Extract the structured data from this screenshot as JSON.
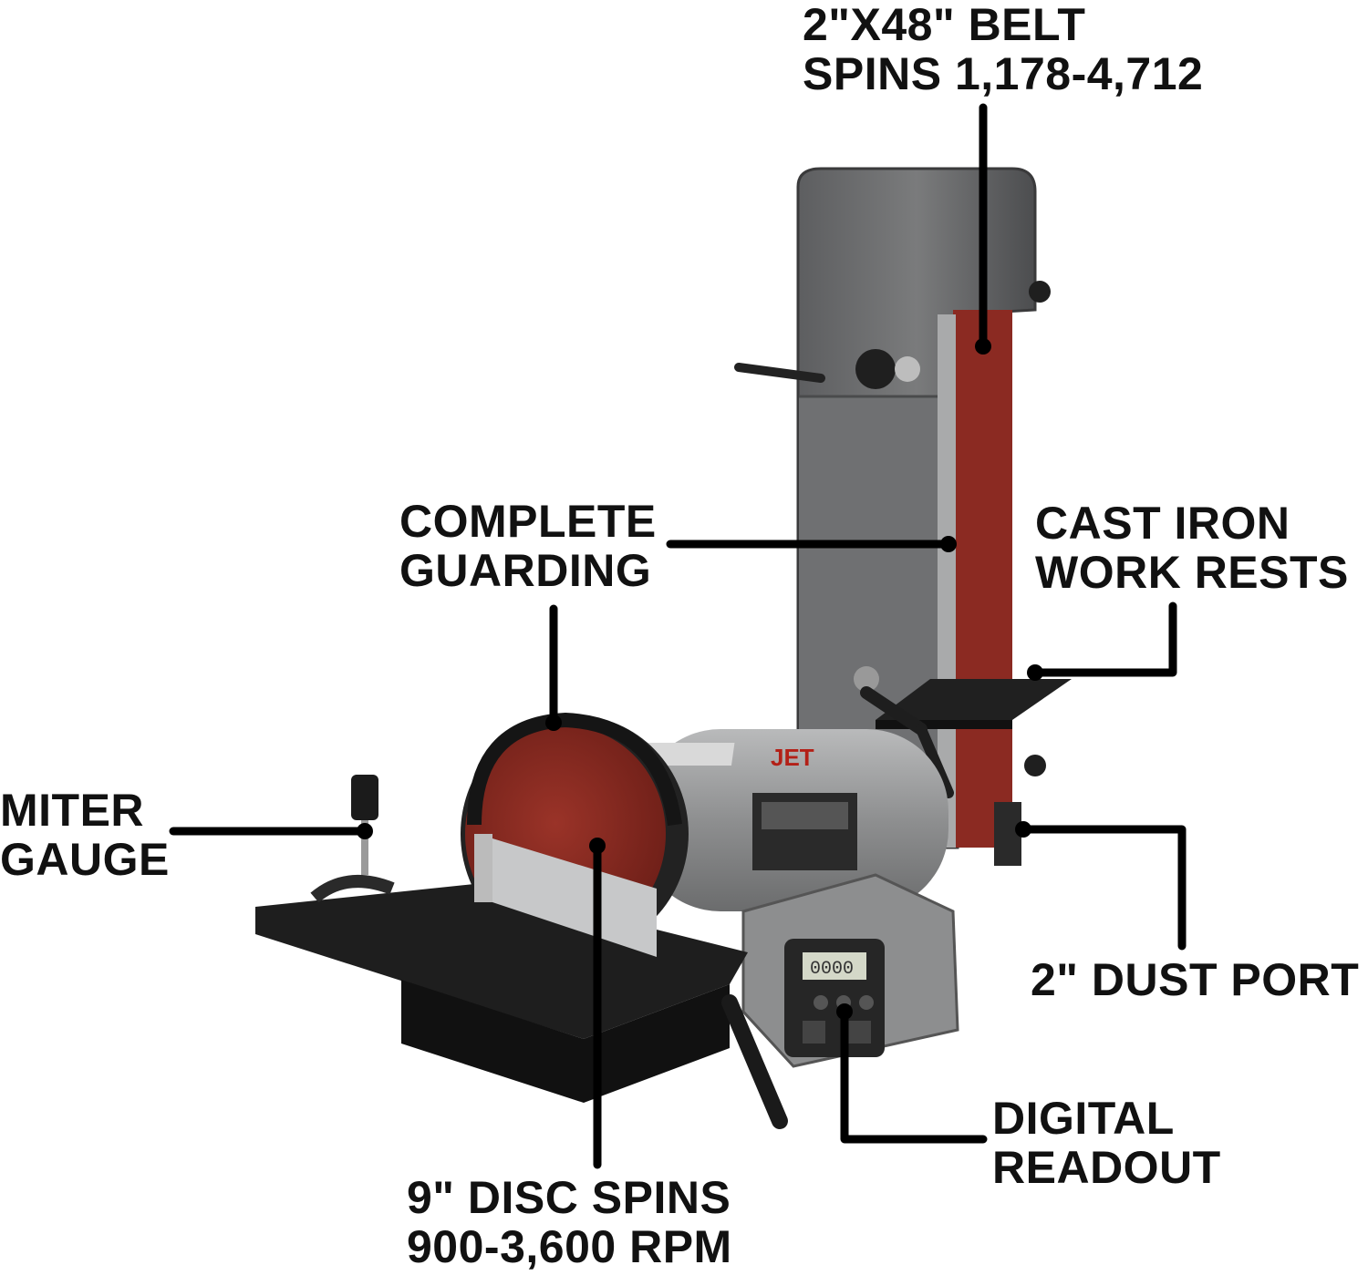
{
  "callouts": {
    "belt": {
      "line1": "2\"x48\" BELT",
      "line2": "SPINS 1,178-4,712"
    },
    "guarding": {
      "line1": "COMPLETE",
      "line2": "GUARDING"
    },
    "work_rests": {
      "line1": "CAST IRON",
      "line2": "WORK RESTS"
    },
    "miter": {
      "line1": "MITER",
      "line2": "GAUGE"
    },
    "dust_port": {
      "line1": "2\" DUST PORT"
    },
    "readout": {
      "line1": "DIGITAL",
      "line2": "READOUT"
    },
    "disc": {
      "line1": "9\" DISC SPINS",
      "line2": "900-3,600 RPM"
    }
  },
  "machine": {
    "brand_label": "JET",
    "display_value": "0000"
  },
  "colors": {
    "abrasive": "#8b2a22",
    "guard_gray": "#6e6f70",
    "body_gray": "#9a9b9c",
    "table_black": "#1b1b1b",
    "leader": "#000000"
  }
}
